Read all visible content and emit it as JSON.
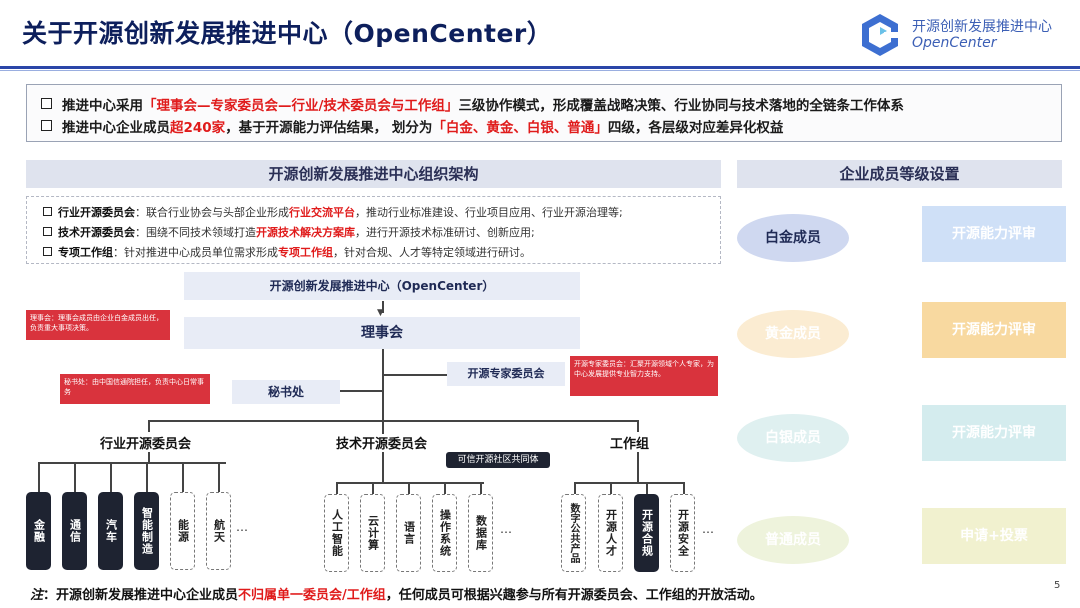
{
  "header": {
    "title": "关于开源创新发展推进中心（OpenCenter）",
    "logo_cn": "开源创新发展推进中心",
    "logo_en": "OpenCenter"
  },
  "intro": {
    "line1_a": "推进中心采用",
    "line1_b": "「理事会—专家委员会—行业/技术委员会与工作组」",
    "line1_c": "三级协作模式，形成覆盖战略决策、行业协同与技术落地的全链条工作体系",
    "line2_a": "推进中心企业成员",
    "line2_b": "超240家",
    "line2_c": "，基于开源能力评估结果， 划分为",
    "line2_d": "「白金、黄金、白银、普通」",
    "line2_e": "四级，各层级对应差异化权益"
  },
  "org_section": {
    "heading": "开源创新发展推进中心组织架构"
  },
  "tier_section": {
    "heading": "企业成员等级设置"
  },
  "rules": [
    {
      "name": "行业开源委员会",
      "a": "：联合行业协会与头部企业形成",
      "b": "行业交流平台",
      "c": "，推动行业标准建设、行业项目应用、行业开源治理等;"
    },
    {
      "name": "技术开源委员会",
      "a": "：围绕不同技术领域打造",
      "b": "开源技术解决方案库",
      "c": "，进行开源技术标准研讨、创新应用;"
    },
    {
      "name": "专项工作组",
      "a": "：针对推进中心成员单位需求形成",
      "b": "专项工作组",
      "c": "，针对合规、人才等特定领域进行研讨。"
    }
  ],
  "org": {
    "center": "开源创新发展推进中心（OpenCenter）",
    "board": "理事会",
    "secretariat": "秘书处",
    "experts": "开源专家委员会",
    "note_board": "理事会：理事会成员由企业白金成员出任，负责重大事项决策。",
    "note_secretariat": "秘书处：由中国信通院担任，负责中心日常事务",
    "note_experts": "开源专家委员会：汇聚开源领域个人专家，为中心发展提供专业智力支持。",
    "industry": "行业开源委员会",
    "tech": "技术开源委员会",
    "workgroup": "工作组",
    "trusted": "可信开源社区共同体",
    "industry_items": [
      "金融",
      "通信",
      "汽车",
      "智能制造",
      "能源",
      "航天"
    ],
    "tech_items": [
      "人工智能",
      "云计算",
      "语言",
      "操作系统",
      "数据库"
    ],
    "wg_items": [
      "数字公共产品",
      "开源人才",
      "开源合规",
      "开源安全"
    ],
    "ellipsis": "…"
  },
  "tiers": [
    {
      "name": "白金成员",
      "right": "开源能力评审",
      "ell_color": "#cfd8f0",
      "box_color": "#cfe0f7"
    },
    {
      "name": "黄金成员",
      "right": "开源能力评审",
      "ell_color": "#fbecd2",
      "box_color": "#f8d9a0"
    },
    {
      "name": "白银成员",
      "right": "开源能力评审",
      "ell_color": "#dff0f0",
      "box_color": "#d4ecee"
    },
    {
      "name": "普通成员",
      "right": "申请+投票",
      "ell_color": "#eef3dc",
      "box_color": "#f1f1cf"
    }
  ],
  "footer": {
    "note_label": "注",
    "note_a": "：开源创新发展推进中心企业成员",
    "note_b": "不归属单一委员会/工作组",
    "note_c": "，任何成员可根据兴趣参与所有开源委员会、工作组的开放活动。",
    "page": "5"
  }
}
